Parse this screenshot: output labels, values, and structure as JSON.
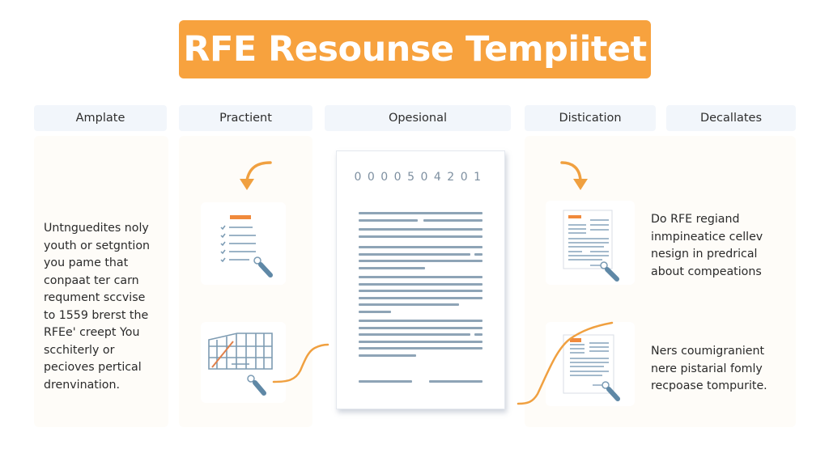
{
  "title": "RFE Resounse Tempiitet",
  "columns": [
    {
      "label": "Amplate"
    },
    {
      "label": "Practient"
    },
    {
      "label": "Opesional"
    },
    {
      "label": "Distication"
    },
    {
      "label": "Decallates"
    }
  ],
  "left_panel": {
    "text": "Untnguedites noly\nyouth or setgntion\nyou pame that\nconpaat ter carn\nrequment sccvise\nto 1559 brerst the\nRFEe' creept You\nscchiterly or\npecioves pertical\ndrenvination."
  },
  "icons": {
    "top_left": "checklist-magnifier-icon",
    "bottom_left": "keyboard-grid-pen-icon",
    "top_right": "document-magnifier-icon",
    "bottom_right": "document-curve-magnifier-icon",
    "arrow_left": "curved-arrow-down-icon",
    "arrow_right": "curved-arrow-down-icon"
  },
  "document": {
    "number": "0000504201"
  },
  "right_panel": {
    "top_text": "Do RFE regiand\ninmpineatice cellev\nnesign in predrical\nabout compeations",
    "bottom_text": "Ners coumigranient\nnere pistarial fomly\nrecpoase tompurite."
  },
  "colors": {
    "accent_orange": "#f7a23e",
    "line_blue": "#8ea4b6",
    "header_bg": "#f2f6fb",
    "panel_bg": "#fefcf8"
  }
}
